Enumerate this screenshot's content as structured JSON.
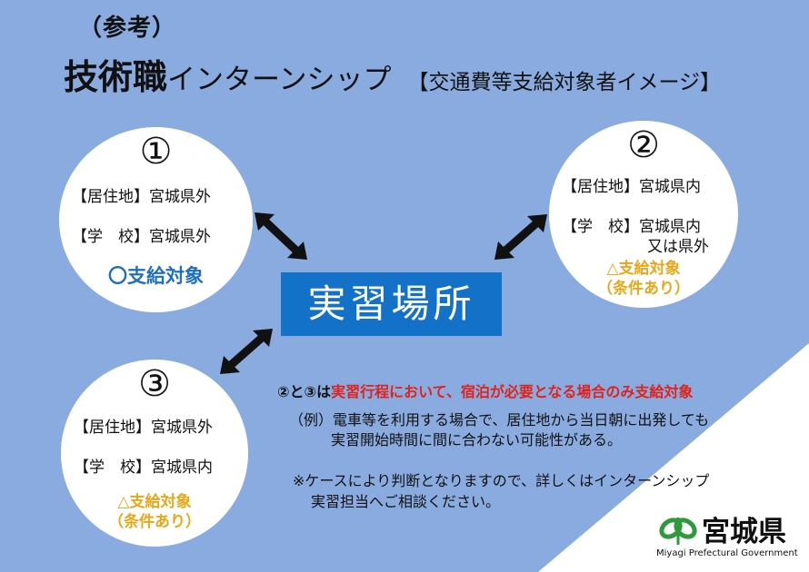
{
  "header": {
    "sub": "（参考）",
    "title_bold": "技術職",
    "title_rest": "インターンシップ",
    "bracket": "【交通費等支給対象者イメージ】"
  },
  "case1": {
    "number": "①",
    "residence": "【居住地】宮城県外",
    "school": "【学　校】宮城県外",
    "status": "〇支給対象"
  },
  "case2": {
    "number": "②",
    "residence": "【居住地】宮城県内",
    "school": "【学　校】宮城県内",
    "school_line2": "又は県外",
    "status": "△支給対象",
    "condition": "（条件あり）"
  },
  "case3": {
    "number": "③",
    "residence": "【居住地】宮城県外",
    "school": "【学　校】宮城県内",
    "status": "△支給対象",
    "condition": "（条件あり）"
  },
  "place_label": "実習場所",
  "notes": {
    "lead": "②と③は",
    "red": "実習行程において、宿泊が必要となる場合のみ支給対象",
    "example_line1": "（例）電車等を利用する場合で、居住地から当日朝に出発しても",
    "example_line2": "実習開始時間に間に合わない可能性がある。",
    "remark_line1": "※ケースにより判断となりますので、詳しくはインターンシップ",
    "remark_line2": "実習担当へご相談ください。"
  },
  "logo": {
    "name": "宮城県",
    "english": "Miyagi Prefectural Government"
  },
  "colors": {
    "background": "#8aabdf",
    "place_box": "#1371c8",
    "gold": "#e8a718",
    "red": "#e0221a",
    "blue_mark": "#1f6fc0",
    "logo_green": "#2e9a3c"
  }
}
